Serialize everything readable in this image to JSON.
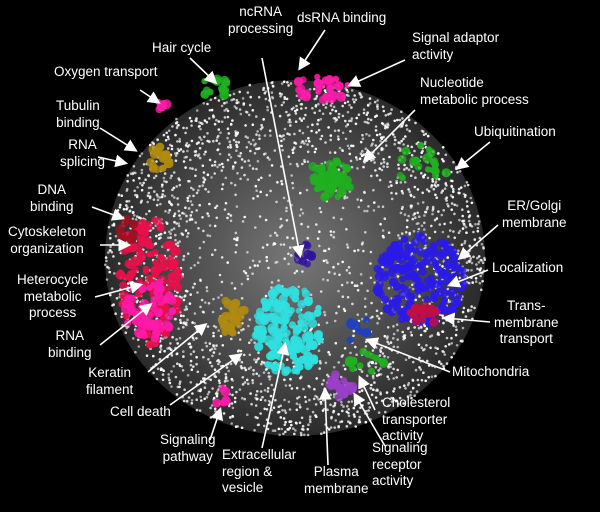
{
  "labels": {
    "ncrna": [
      "ncRNA",
      "processing"
    ],
    "dsrna": [
      "dsRNA binding"
    ],
    "signal_adaptor": [
      "Signal adaptor",
      "activity"
    ],
    "hair": [
      "Hair cycle"
    ],
    "oxygen": [
      "Oxygen transport"
    ],
    "nucleotide": [
      "Nucleotide",
      "metabolic process"
    ],
    "tubulin": [
      "Tubulin",
      "binding"
    ],
    "ubiquitination": [
      "Ubiquitination"
    ],
    "rna_splicing": [
      "RNA",
      "splicing"
    ],
    "dna": [
      "DNA",
      "binding"
    ],
    "er_golgi": [
      "ER/Golgi",
      "membrane"
    ],
    "cytoskeleton": [
      "Cytoskeleton",
      "organization"
    ],
    "localization": [
      "Localization"
    ],
    "heterocycle": [
      "Heterocycle",
      "metabolic",
      "process"
    ],
    "transmembrane": [
      "Trans-",
      "membrane",
      "transport"
    ],
    "rna_binding": [
      "RNA",
      "binding"
    ],
    "keratin": [
      "Keratin",
      "filament"
    ],
    "mitochondria": [
      "Mitochondria"
    ],
    "cell_death": [
      "Cell death"
    ],
    "cholesterol": [
      "Cholesterol",
      "transporter",
      "activity"
    ],
    "signaling_pathway": [
      "Signaling",
      "pathway"
    ],
    "extracellular": [
      "Extracellular",
      "region &",
      "vesicle"
    ],
    "signaling_receptor": [
      "Signaling",
      "receptor",
      "activity"
    ],
    "plasma": [
      "Plasma",
      "membrane"
    ]
  },
  "colors": {
    "background": "#000000",
    "node": "#ffffff",
    "red_pink": "#e8104a",
    "magenta": "#ff1aa8",
    "blue": "#2a1ae8",
    "cyan": "#30e0e0",
    "green": "#20b020",
    "olive": "#b08a10",
    "purple": "#7a2ad0",
    "violet": "#9a40c8"
  }
}
